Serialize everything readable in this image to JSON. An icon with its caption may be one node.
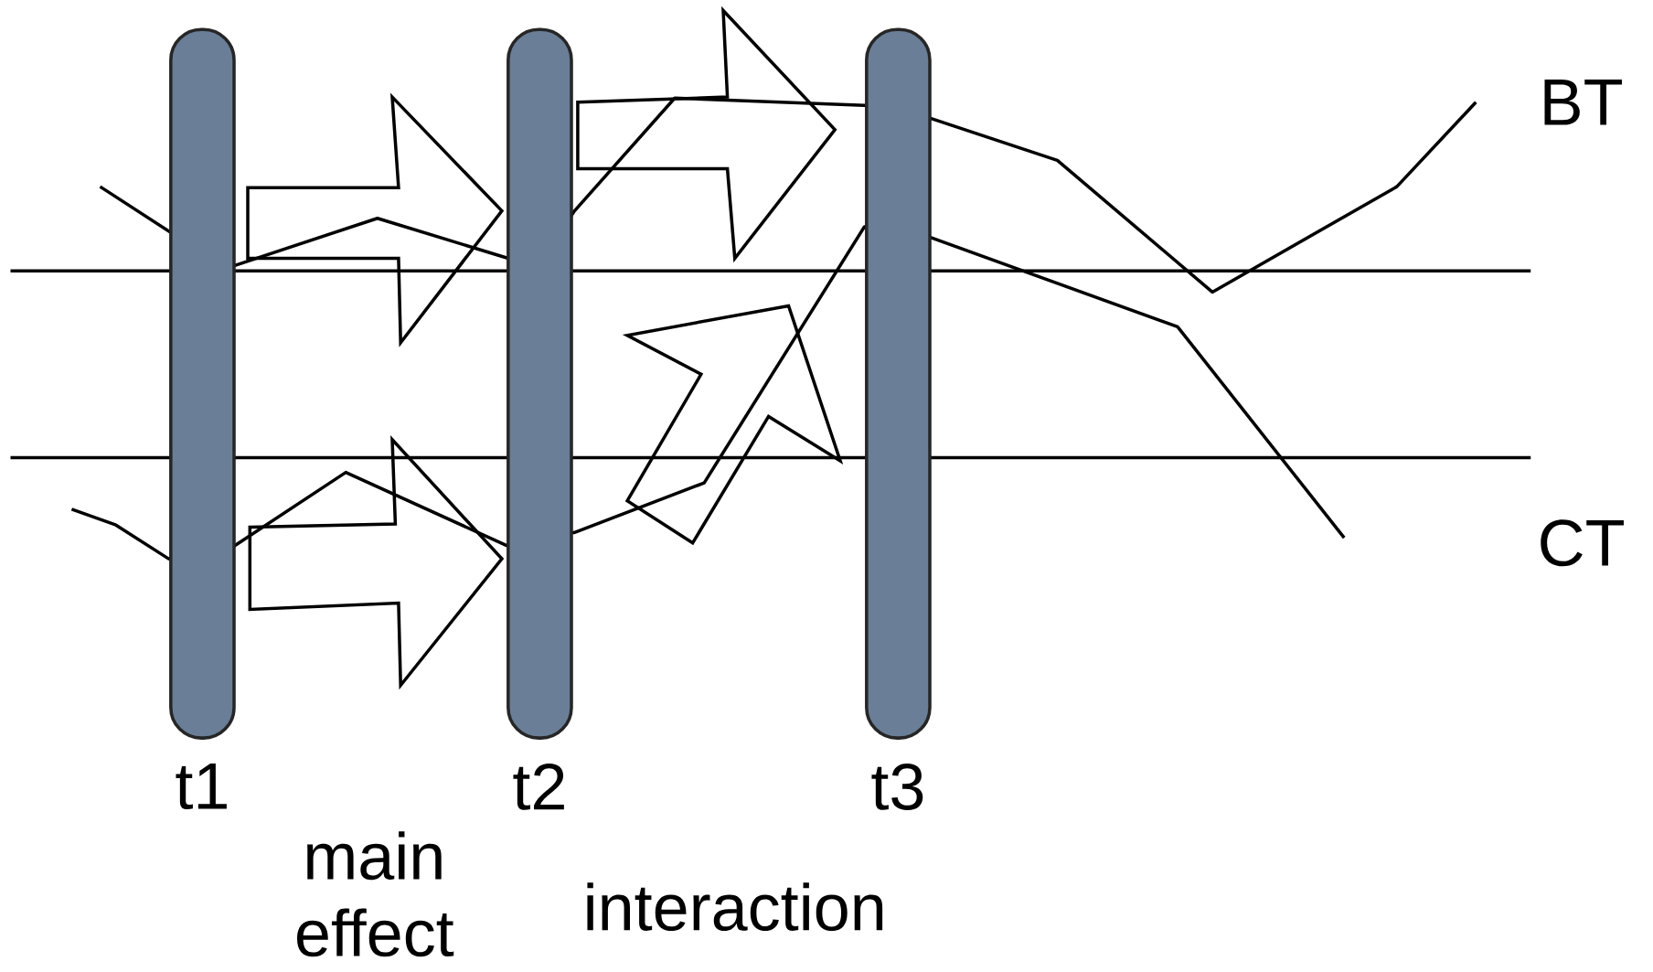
{
  "diagram": {
    "nodes": [
      {
        "text": [
          "t1"
        ]
      },
      {
        "text": [
          "t2"
        ]
      },
      {
        "text": [
          "t3"
        ]
      }
    ],
    "edges": [
      {
        "from": 0,
        "to": 1,
        "arrow": "to"
      },
      {
        "from": 0,
        "to": 1,
        "arrow": "to"
      },
      {
        "from": 1,
        "to": 2,
        "arrow": "to"
      },
      {
        "from": 1,
        "to": 2,
        "arrow": "to"
      }
    ],
    "labels": [
      "BT",
      "CT",
      "main effect",
      "interaction"
    ]
  }
}
